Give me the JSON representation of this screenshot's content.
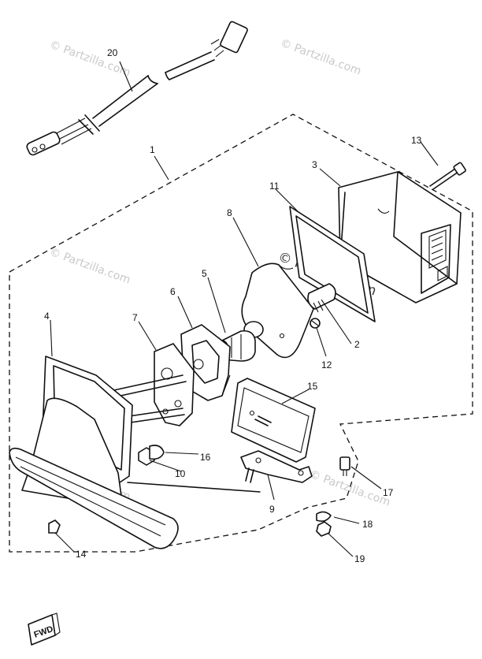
{
  "watermark": "© Partzilla.com",
  "callouts": [
    "1",
    "2",
    "3",
    "4",
    "5",
    "6",
    "7",
    "8",
    "9",
    "10",
    "11",
    "12",
    "13",
    "14",
    "15",
    "16",
    "17",
    "18",
    "19",
    "20"
  ],
  "direction_badge": "FWD"
}
